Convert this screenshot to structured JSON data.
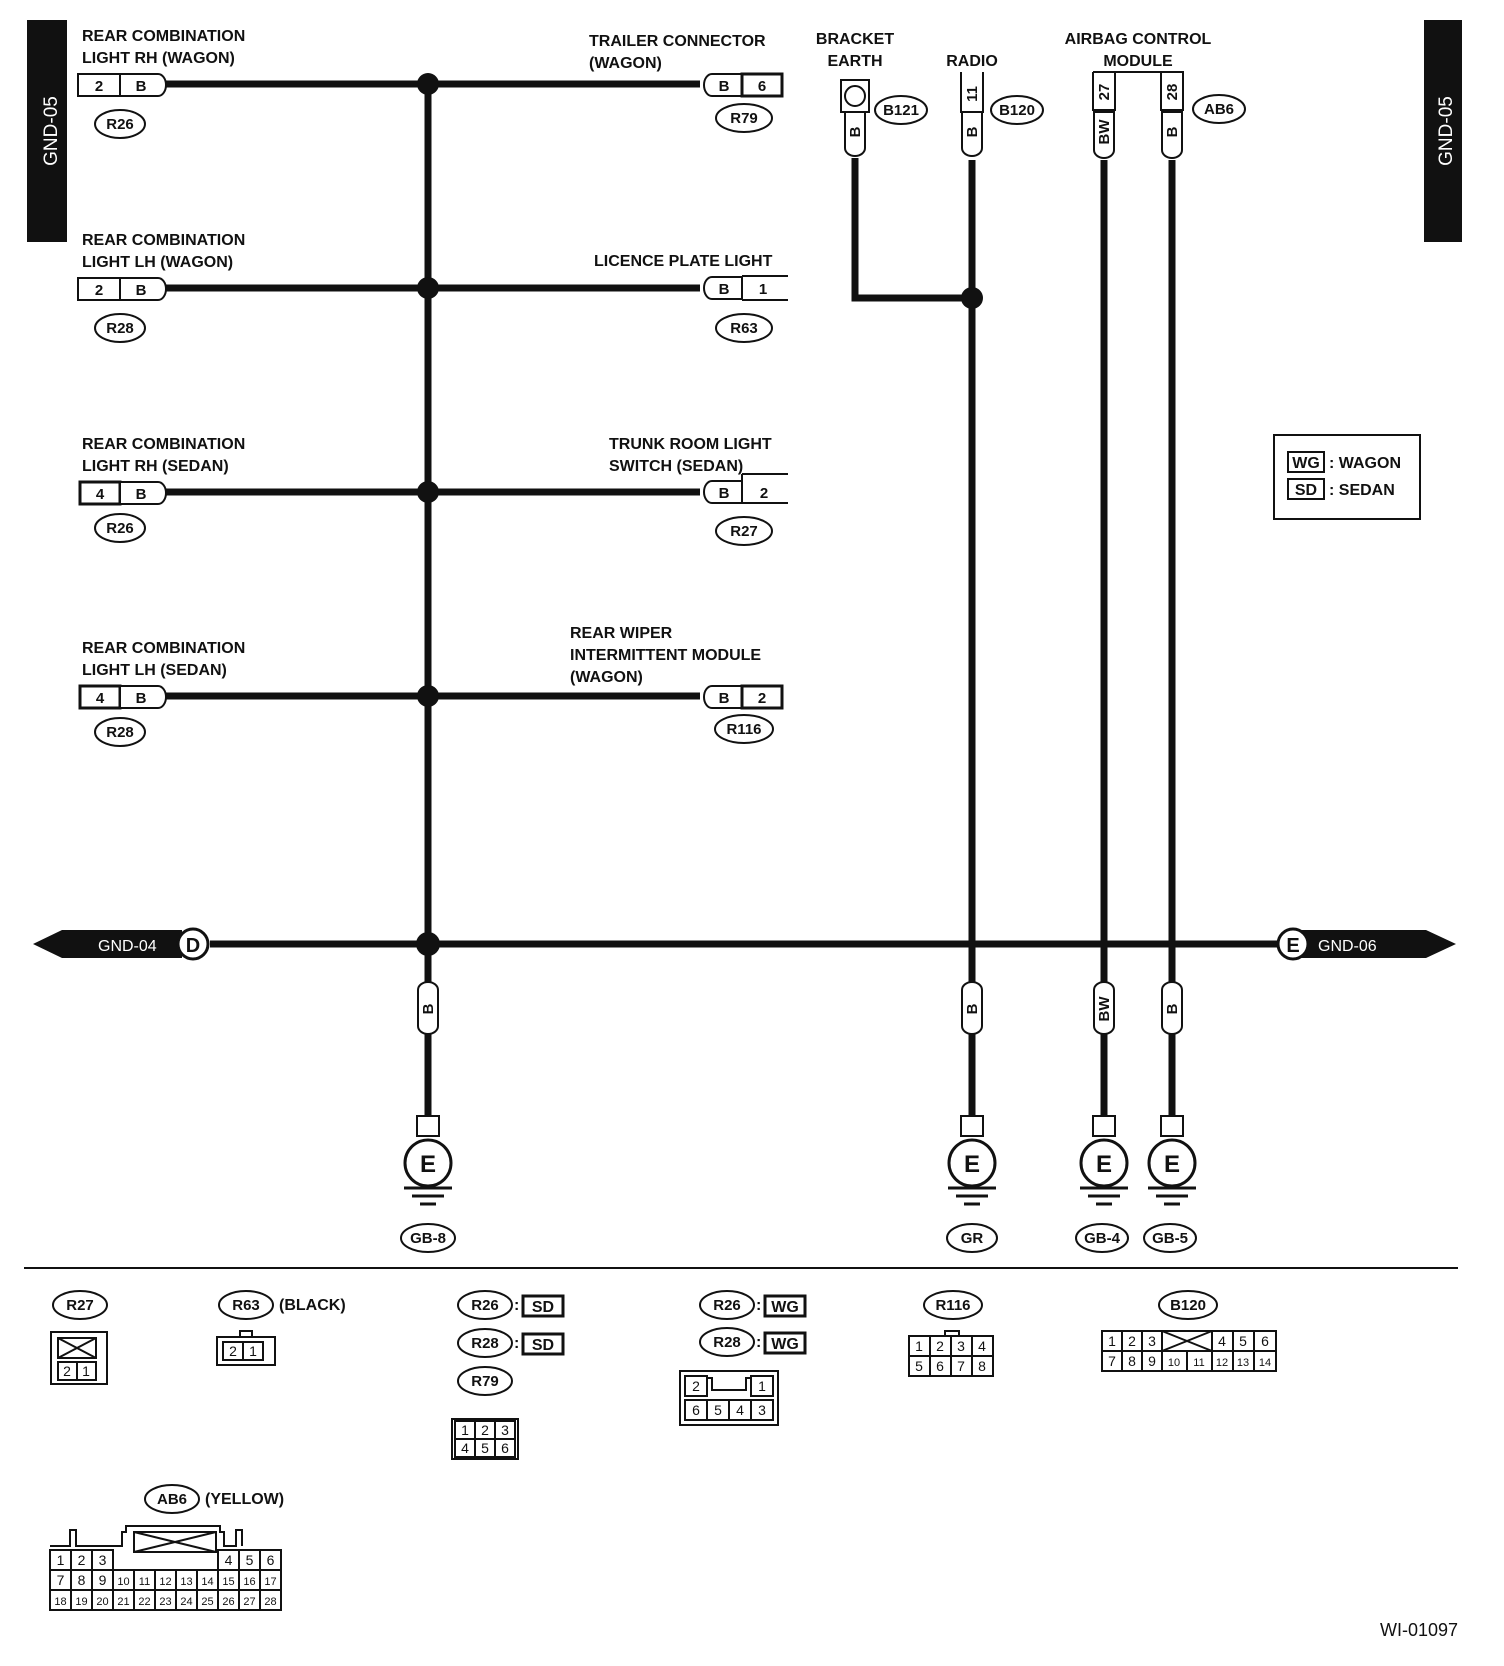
{
  "sheet": {
    "tab_left": "GND-05",
    "tab_right": "GND-05",
    "bus_left": "GND-04",
    "bus_left_node": "D",
    "bus_right": "GND-06",
    "bus_right_node": "E",
    "figure_ref": "WI-01097"
  },
  "legend": {
    "wg_code": "WG",
    "wg_text": ": WAGON",
    "sd_code": "SD",
    "sd_text": ": SEDAN"
  },
  "left_components": [
    {
      "line1": "REAR COMBINATION",
      "line2": "LIGHT RH (WAGON)",
      "pin": "2",
      "wire": "B",
      "connector": "R26"
    },
    {
      "line1": "REAR COMBINATION",
      "line2": "LIGHT LH (WAGON)",
      "pin": "2",
      "wire": "B",
      "connector": "R28"
    },
    {
      "line1": "REAR COMBINATION",
      "line2": "LIGHT RH (SEDAN)",
      "pin": "4",
      "wire": "B",
      "connector": "R26"
    },
    {
      "line1": "REAR COMBINATION",
      "line2": "LIGHT LH (SEDAN)",
      "pin": "4",
      "wire": "B",
      "connector": "R28"
    }
  ],
  "right_components": [
    {
      "lines": [
        "TRAILER CONNECTOR",
        "(WAGON)"
      ],
      "pin": "6",
      "wire": "B",
      "connector": "R79"
    },
    {
      "lines": [
        "LICENCE PLATE LIGHT"
      ],
      "pin": "1",
      "wire": "B",
      "connector": "R63"
    },
    {
      "lines": [
        "TRUNK ROOM LIGHT",
        "SWITCH (SEDAN)"
      ],
      "pin": "2",
      "wire": "B",
      "connector": "R27"
    },
    {
      "lines": [
        "REAR WIPER",
        "INTERMITTENT MODULE",
        "(WAGON)"
      ],
      "pin": "2",
      "wire": "B",
      "connector": "R116"
    }
  ],
  "top_components": {
    "bracket_earth": {
      "line1": "BRACKET",
      "line2": "EARTH",
      "wire": "B",
      "connector": "B121"
    },
    "radio": {
      "label": "RADIO",
      "pin": "11",
      "wire": "B",
      "connector": "B120"
    },
    "airbag": {
      "line1": "AIRBAG CONTROL",
      "line2": "MODULE",
      "pin_a": "27",
      "pin_b": "28",
      "wire_a": "BW",
      "wire_b": "B",
      "connector": "AB6"
    }
  },
  "grounds": [
    {
      "symbol": "E",
      "wire": "B",
      "name": "GB-8"
    },
    {
      "symbol": "E",
      "wire": "B",
      "name": "GR"
    },
    {
      "symbol": "E",
      "wire": "BW",
      "name": "GB-4"
    },
    {
      "symbol": "E",
      "wire": "B",
      "name": "GB-5"
    }
  ],
  "connector_views": {
    "r27": {
      "name": "R27",
      "cells": [
        "2",
        "1"
      ]
    },
    "r63": {
      "name": "R63",
      "note": "(BLACK)",
      "cells": [
        "2",
        "1"
      ]
    },
    "r26_sd": {
      "name": "R26",
      "tag": "SD"
    },
    "r28_sd": {
      "name": "R28",
      "tag": "SD"
    },
    "r79": {
      "name": "R79",
      "cells": [
        "1",
        "2",
        "3",
        "4",
        "5",
        "6"
      ]
    },
    "r26_wg": {
      "name": "R26",
      "tag": "WG"
    },
    "r28_wg": {
      "name": "R28",
      "tag": "WG"
    },
    "wg_block": {
      "cells": [
        "2",
        "1",
        "6",
        "5",
        "4",
        "3"
      ]
    },
    "r116": {
      "name": "R116",
      "cells": [
        "1",
        "2",
        "3",
        "4",
        "5",
        "6",
        "7",
        "8"
      ]
    },
    "b120": {
      "name": "B120",
      "row1": [
        "1",
        "2",
        "3",
        "4",
        "5",
        "6"
      ],
      "row2": [
        "7",
        "8",
        "9",
        "10",
        "11",
        "12",
        "13",
        "14"
      ]
    },
    "ab6": {
      "name": "AB6",
      "note": "(YELLOW)",
      "row1": [
        "1",
        "2",
        "3",
        "4",
        "5",
        "6"
      ],
      "row2": [
        "7",
        "8",
        "9",
        "10",
        "11",
        "12",
        "13",
        "14",
        "15",
        "16",
        "17"
      ],
      "row3": [
        "18",
        "19",
        "20",
        "21",
        "22",
        "23",
        "24",
        "25",
        "26",
        "27",
        "28"
      ]
    }
  }
}
